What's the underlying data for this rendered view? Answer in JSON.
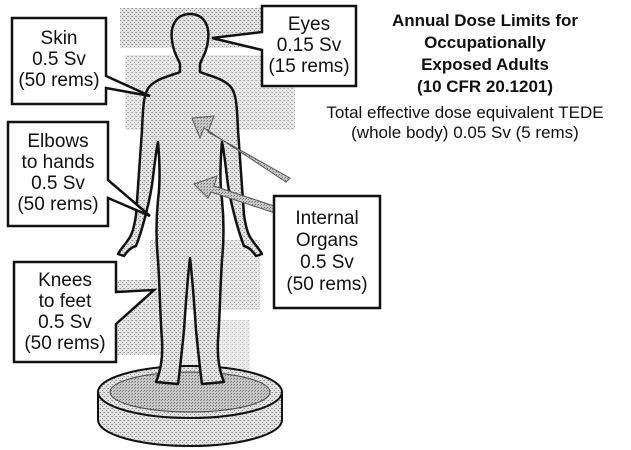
{
  "title_lines": [
    "Annual Dose Limits for",
    "Occupationally",
    "Exposed Adults",
    "(10 CFR 20.1201)"
  ],
  "tede_lines": [
    "Total effective dose equivalent TEDE",
    "(whole body) 0.05 Sv (5 rems)"
  ],
  "callouts": {
    "skin": [
      "Skin",
      "0.5 Sv",
      "(50 rems)"
    ],
    "eyes": [
      "Eyes",
      "0.15 Sv",
      "(15 rems)"
    ],
    "elbows": [
      "Elbows",
      "to hands",
      "0.5 Sv",
      "(50 rems)"
    ],
    "internal": [
      "Internal",
      "Organs",
      "0.5 Sv",
      "(50 rems)"
    ],
    "knees": [
      "Knees",
      "to feet",
      "0.5 Sv",
      "(50 rems)"
    ]
  },
  "colors": {
    "stipple": "#bdbdbd",
    "outline": "#111111",
    "background": "#ffffff"
  }
}
